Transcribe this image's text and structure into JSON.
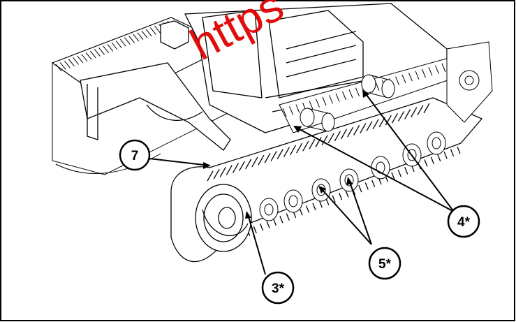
{
  "diagram": {
    "subject": "excavator undercarriage track assembly (line drawing)",
    "callouts": [
      {
        "id": "c7",
        "label": "7"
      },
      {
        "id": "c4",
        "label": "4*"
      },
      {
        "id": "c5",
        "label": "5*"
      },
      {
        "id": "c3",
        "label": "3*"
      }
    ],
    "watermark": "https",
    "colors": {
      "line": "#000000",
      "background": "#ffffff",
      "watermark": "#e00000"
    }
  }
}
